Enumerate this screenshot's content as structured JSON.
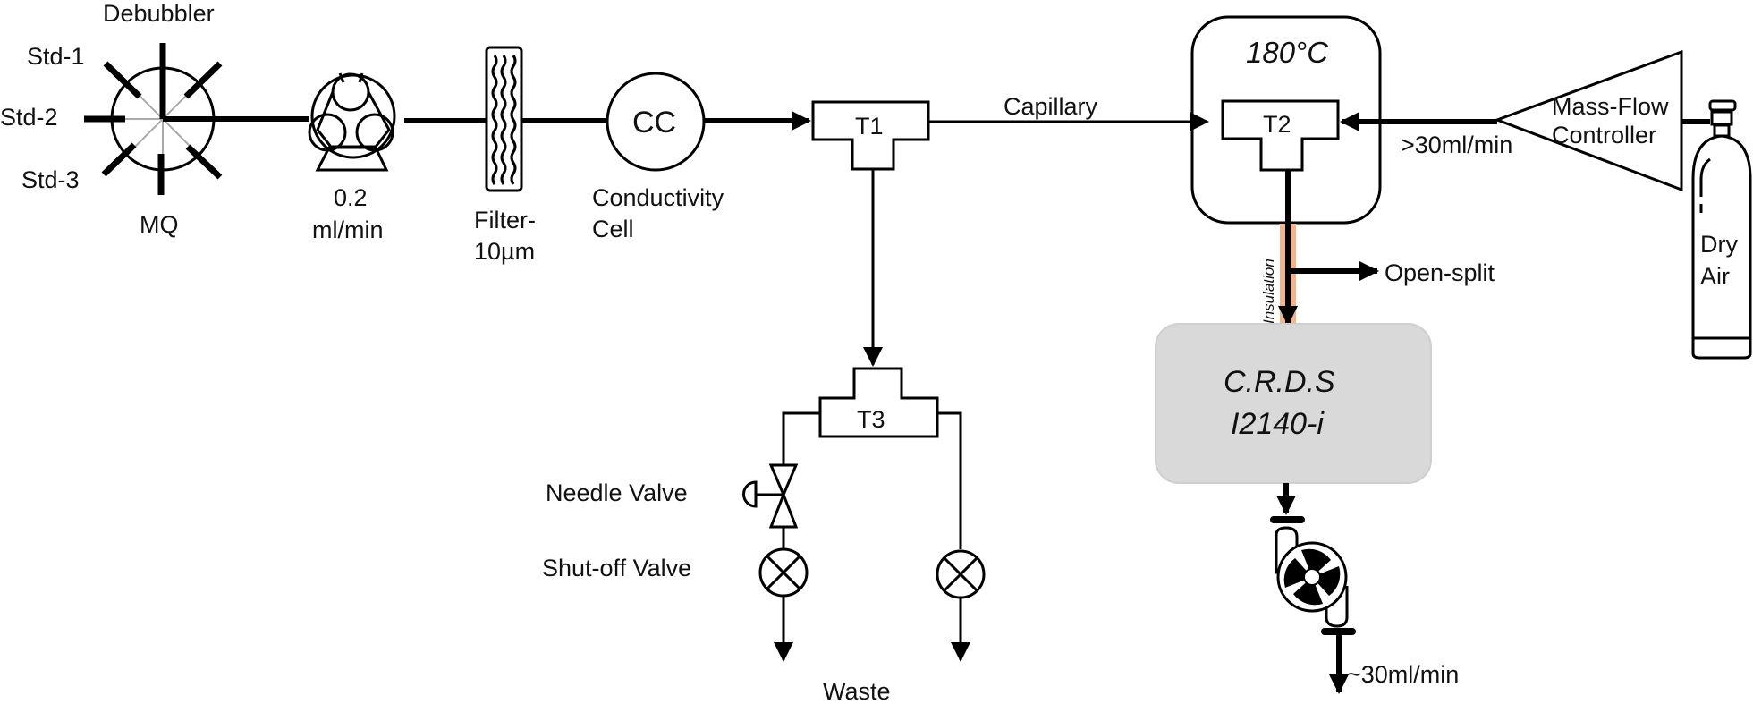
{
  "diagram": {
    "debubbler": {
      "title": "Debubbler",
      "ports": [
        "Std-1",
        "Std-2",
        "Std-3",
        "MQ"
      ]
    },
    "pump": {
      "flow_line1": "0.2",
      "flow_line2": "ml/min"
    },
    "filter": {
      "line1": "Filter-",
      "line2": "10µm"
    },
    "conductivity_cell": {
      "symbol": "CC",
      "line1": "Conductivity",
      "line2": "Cell"
    },
    "tees": {
      "t1": "T1",
      "t2": "T2",
      "t3": "T3"
    },
    "capillary_label": "Capillary",
    "oven": {
      "temperature": "180°C"
    },
    "mass_flow_controller": {
      "line1": "Mass-Flow",
      "line2": "Controller",
      "flow": ">30ml/min"
    },
    "dry_air": {
      "line1": "Dry",
      "line2": "Air"
    },
    "insulation_label": "Insulation",
    "open_split_label": "Open-split",
    "analyzer": {
      "line1": "C.R.D.S",
      "line2": "I2140-i"
    },
    "vacuum_pump": {
      "flow": "~30ml/min"
    },
    "needle_valve_label": "Needle Valve",
    "shutoff_valve_label": "Shut-off Valve",
    "waste_label": "Waste",
    "colors": {
      "insulation": "#f2b48a",
      "analyzer_fill": "#d9d9d9",
      "line": "#000000"
    }
  }
}
